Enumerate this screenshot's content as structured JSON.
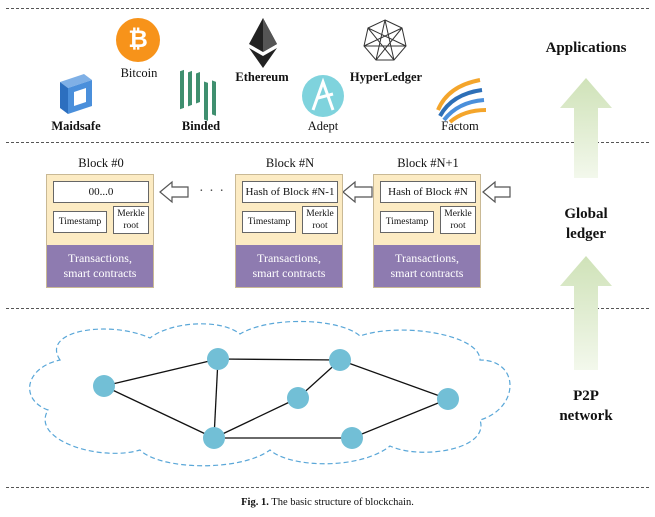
{
  "layers": {
    "applications": "Applications",
    "ledger_line1": "Global",
    "ledger_line2": "ledger",
    "p2p_line1": "P2P",
    "p2p_line2": "network"
  },
  "logos": [
    {
      "name": "Maidsafe",
      "icon": "maidsafe-icon"
    },
    {
      "name": "Bitcoin",
      "icon": "bitcoin-icon"
    },
    {
      "name": "Binded",
      "icon": "binded-icon"
    },
    {
      "name": "Ethereum",
      "icon": "ethereum-icon"
    },
    {
      "name": "Adept",
      "icon": "adept-icon"
    },
    {
      "name": "HyperLedger",
      "icon": "hyperledger-icon"
    },
    {
      "name": "Factom",
      "icon": "factom-icon"
    }
  ],
  "bitcoin_symbol": "₿",
  "blocks": [
    {
      "title": "Block #0",
      "hash": "00...0",
      "timestamp": "Timestamp",
      "merkle1": "Merkle",
      "merkle2": "root",
      "tx1": "Transactions,",
      "tx2": "smart contracts"
    },
    {
      "title": "Block #N",
      "hash": "Hash of Block #N-1",
      "timestamp": "Timestamp",
      "merkle1": "Merkle",
      "merkle2": "root",
      "tx1": "Transactions,",
      "tx2": "smart contracts"
    },
    {
      "title": "Block #N+1",
      "hash": "Hash of Block #N",
      "timestamp": "Timestamp",
      "merkle1": "Merkle",
      "merkle2": "root",
      "tx1": "Transactions,",
      "tx2": "smart contracts"
    }
  ],
  "ellipsis": "· · ·",
  "caption": {
    "label": "Fig. 1.",
    "text": "The basic structure of blockchain."
  },
  "colors": {
    "node": "#72bfd6",
    "block_bg": "#fcebc3",
    "tx_bg": "#8e7bb0",
    "arrow_green": "#dbe9c9",
    "merkle_arrow": "#8fbf5a"
  }
}
